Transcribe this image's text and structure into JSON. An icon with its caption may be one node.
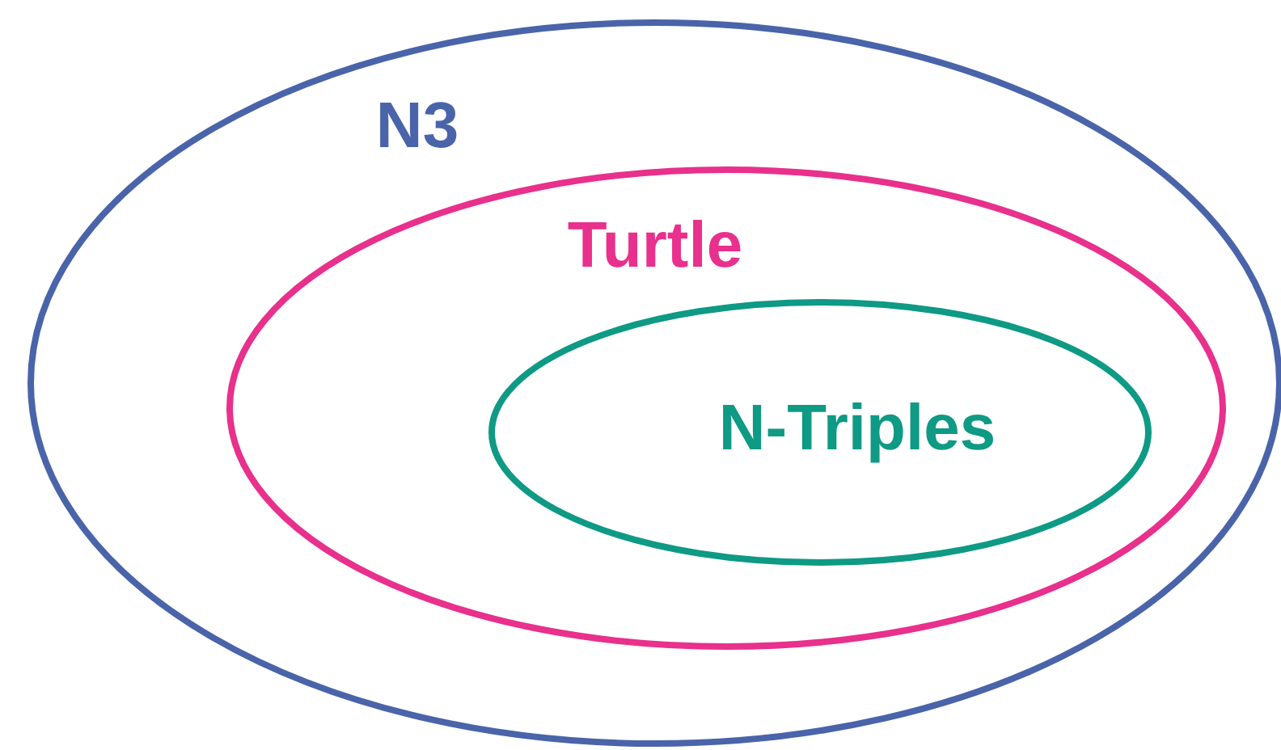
{
  "diagram": {
    "nodes": [
      {
        "text": [
          "N3"
        ]
      },
      {
        "text": [
          "Turtle"
        ],
        "in": 0
      },
      {
        "text": [
          "N-Triples"
        ],
        "in": 1
      }
    ]
  }
}
